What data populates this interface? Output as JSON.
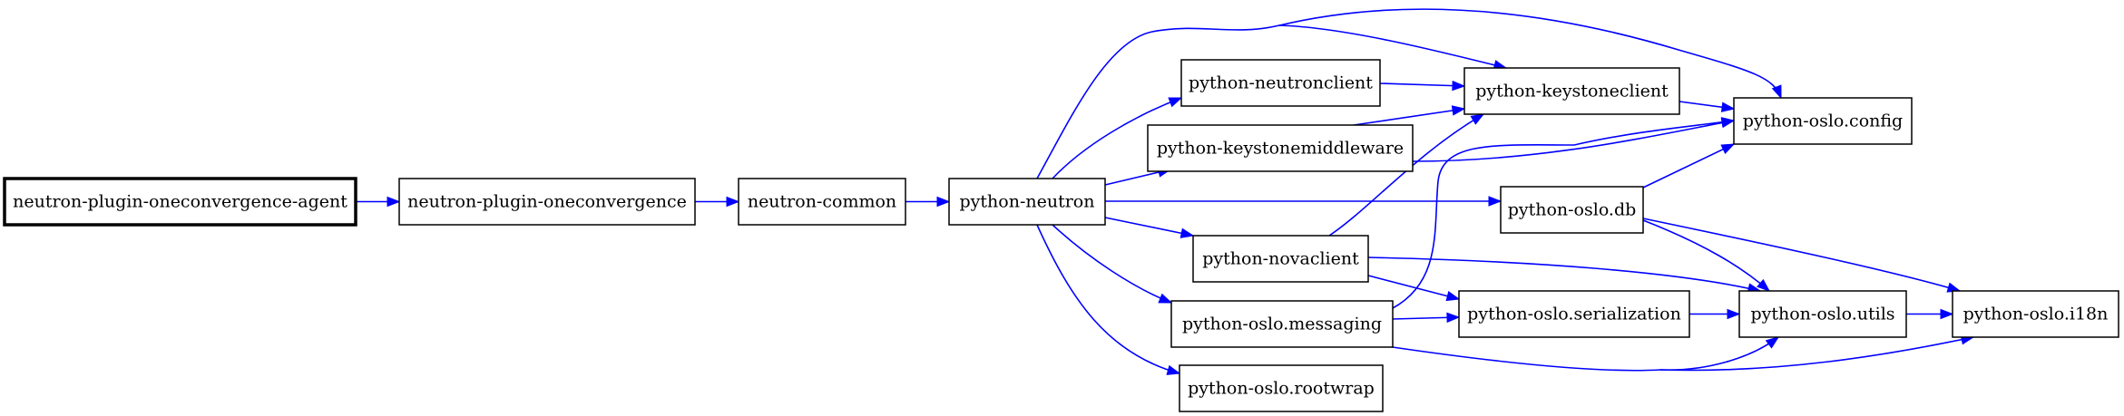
{
  "nodes": [
    {
      "id": "agent",
      "label": "neutron-plugin-oneconvergence-agent",
      "root": true
    },
    {
      "id": "plugin",
      "label": "neutron-plugin-oneconvergence"
    },
    {
      "id": "common",
      "label": "neutron-common"
    },
    {
      "id": "pyneutron",
      "label": "python-neutron"
    },
    {
      "id": "neutronclient",
      "label": "python-neutronclient"
    },
    {
      "id": "keystonemw",
      "label": "python-keystonemiddleware"
    },
    {
      "id": "novaclient",
      "label": "python-novaclient"
    },
    {
      "id": "messaging",
      "label": "python-oslo.messaging"
    },
    {
      "id": "rootwrap",
      "label": "python-oslo.rootwrap"
    },
    {
      "id": "keystoneclient",
      "label": "python-keystoneclient"
    },
    {
      "id": "db",
      "label": "python-oslo.db"
    },
    {
      "id": "serialization",
      "label": "python-oslo.serialization"
    },
    {
      "id": "config",
      "label": "python-oslo.config"
    },
    {
      "id": "utils",
      "label": "python-oslo.utils"
    },
    {
      "id": "i18n",
      "label": "python-oslo.i18n"
    }
  ],
  "edges": [
    {
      "from": "agent",
      "to": "plugin"
    },
    {
      "from": "plugin",
      "to": "common"
    },
    {
      "from": "common",
      "to": "pyneutron"
    },
    {
      "from": "pyneutron",
      "to": "keystoneclient"
    },
    {
      "from": "pyneutron",
      "to": "config"
    },
    {
      "from": "pyneutron",
      "to": "neutronclient"
    },
    {
      "from": "pyneutron",
      "to": "keystonemw"
    },
    {
      "from": "pyneutron",
      "to": "db"
    },
    {
      "from": "pyneutron",
      "to": "novaclient"
    },
    {
      "from": "pyneutron",
      "to": "messaging"
    },
    {
      "from": "pyneutron",
      "to": "rootwrap"
    },
    {
      "from": "neutronclient",
      "to": "keystoneclient"
    },
    {
      "from": "keystonemw",
      "to": "keystoneclient"
    },
    {
      "from": "keystonemw",
      "to": "config"
    },
    {
      "from": "keystoneclient",
      "to": "config"
    },
    {
      "from": "novaclient",
      "to": "keystoneclient"
    },
    {
      "from": "novaclient",
      "to": "utils"
    },
    {
      "from": "novaclient",
      "to": "serialization"
    },
    {
      "from": "messaging",
      "to": "config"
    },
    {
      "from": "messaging",
      "to": "serialization"
    },
    {
      "from": "messaging",
      "to": "utils"
    },
    {
      "from": "messaging",
      "to": "i18n"
    },
    {
      "from": "db",
      "to": "config"
    },
    {
      "from": "db",
      "to": "utils"
    },
    {
      "from": "db",
      "to": "i18n"
    },
    {
      "from": "serialization",
      "to": "utils"
    },
    {
      "from": "utils",
      "to": "i18n"
    }
  ],
  "colors": {
    "edge": "#0000ff",
    "node_border": "#000000",
    "background": "#ffffff"
  }
}
